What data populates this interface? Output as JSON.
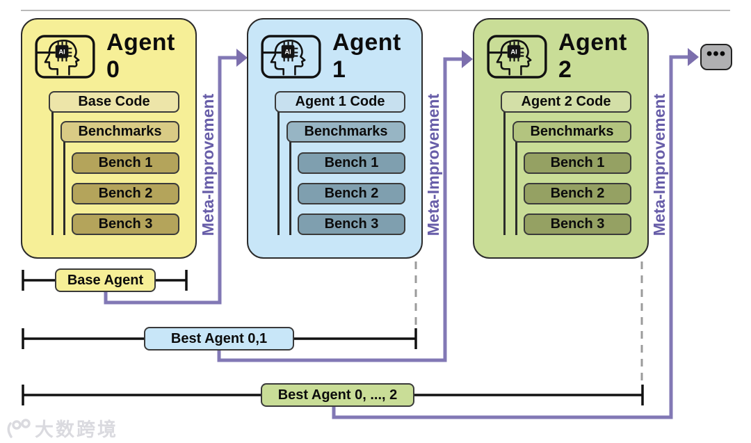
{
  "agents": [
    {
      "title": "Agent 0",
      "code_label": "Base Code",
      "benchmarks_label": "Benchmarks",
      "benches": [
        "Bench 1",
        "Bench 2",
        "Bench 3"
      ]
    },
    {
      "title": "Agent 1",
      "code_label": "Agent 1 Code",
      "benchmarks_label": "Benchmarks",
      "benches": [
        "Bench 1",
        "Bench 2",
        "Bench 3"
      ]
    },
    {
      "title": "Agent 2",
      "code_label": "Agent 2 Code",
      "benchmarks_label": "Benchmarks",
      "benches": [
        "Bench 1",
        "Bench 2",
        "Bench 3"
      ]
    }
  ],
  "meta_labels": [
    "Meta-Improvement",
    "Meta-Improvement",
    "Meta-Improvement"
  ],
  "timelines": [
    {
      "label": "Base Agent"
    },
    {
      "label": "Best Agent 0,1"
    },
    {
      "label": "Best Agent 0, ..., 2"
    }
  ],
  "ellipsis": "•••",
  "agent_icon_chip_text": "AI",
  "watermark": "大数跨境",
  "icons": {
    "agent_badge": "ai-head-chip-icon",
    "continuation": "ellipsis-icon",
    "watermark_logo": "watermark-logo-icon"
  },
  "colors": {
    "agent0": {
      "box": "#F6EF97",
      "code": "#EDE5A9",
      "benchmarks": "#D9CB85",
      "bench": "#B4A45B"
    },
    "agent1": {
      "box": "#C8E6F8",
      "code": "#C7E0EF",
      "benchmarks": "#97B5C4",
      "bench": "#7F9FAF"
    },
    "agent2": {
      "box": "#C9DD97",
      "code": "#D3DFA7",
      "benchmarks": "#B3C47F",
      "bench": "#95A163"
    },
    "arrow_purple": "#8278B5",
    "arrowhead_purple": "#7C6FAD",
    "meta_text_purple": "#675DA8",
    "timeline_black": "#111111",
    "dashed_gray": "#9B9B9B",
    "ellipsis_box_gray": "#B0B0B2"
  }
}
